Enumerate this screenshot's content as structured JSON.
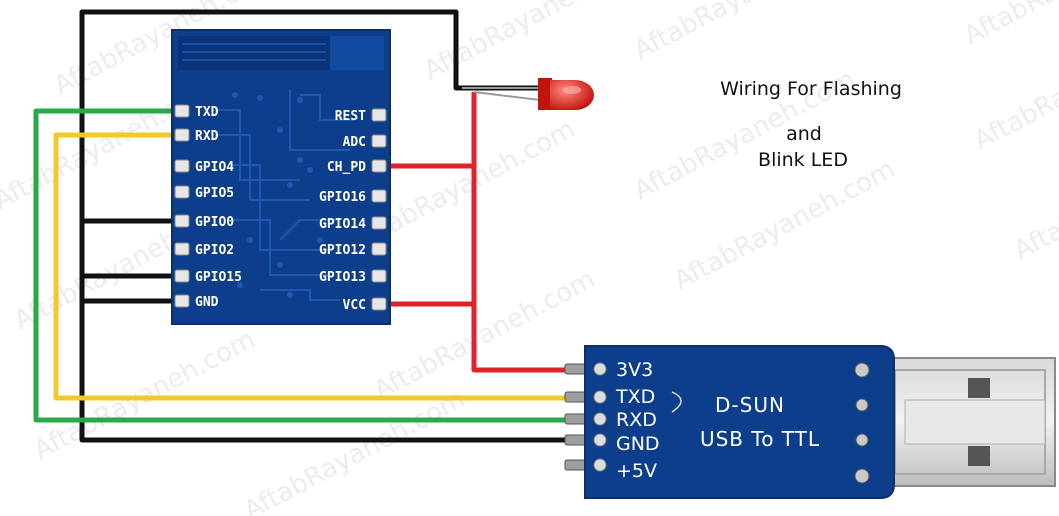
{
  "caption": {
    "line1": "Wiring For Flashing",
    "line2": "and",
    "line3": "Blink LED"
  },
  "esp_module": {
    "left_pins": [
      "TXD",
      "RXD",
      "GPIO4",
      "GPIO5",
      "GPIO0",
      "GPIO2",
      "GPIO15",
      "GND"
    ],
    "right_pins": [
      "REST",
      "ADC",
      "CH_PD",
      "GPIO16",
      "GPIO14",
      "GPIO12",
      "GPIO13",
      "VCC"
    ]
  },
  "usb_adapter": {
    "pins": [
      "3V3",
      "TXD",
      "RXD",
      "GND",
      "+5V"
    ],
    "title_line1": "D-SUN",
    "title_line2": "USB To TTL"
  },
  "watermark": "AftabRayaneh.com",
  "colors": {
    "board_blue": "#0d3e8c",
    "wire_red": "#e0232b",
    "wire_black": "#111111",
    "wire_green": "#2aa84a",
    "wire_yellow": "#f2c82a",
    "led_red": "#e2231a"
  }
}
